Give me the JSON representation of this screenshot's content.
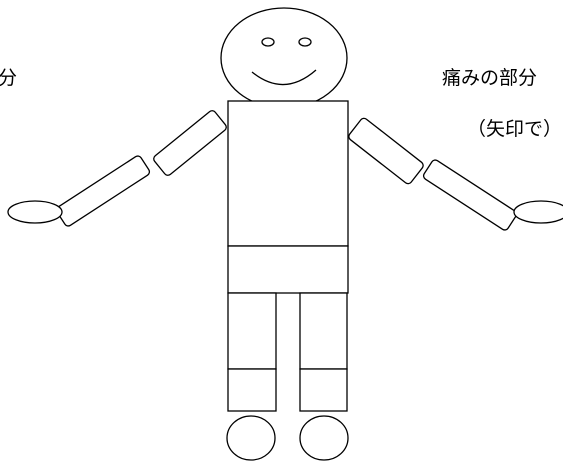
{
  "labels": {
    "left_fragment": "分",
    "right_line1": "痛みの部分",
    "right_line2": "（矢印で）"
  },
  "colors": {
    "stroke": "#000000",
    "fill": "#ffffff"
  }
}
